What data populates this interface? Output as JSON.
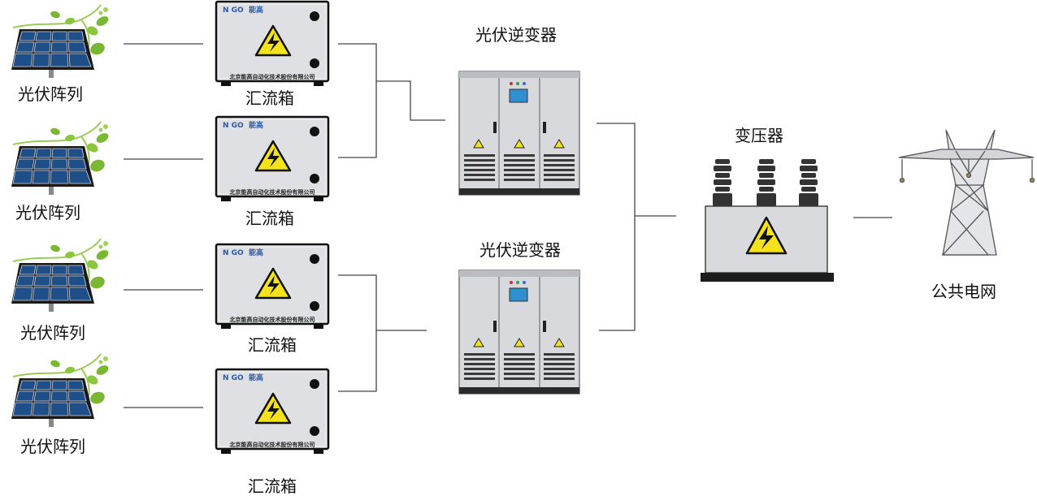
{
  "colors": {
    "panel_cell": "#1f4f88",
    "panel_frame": "#2a2a2a",
    "leaf": "#7ab833",
    "cabinet": "#dcdde0",
    "hazard": "#f3e21c",
    "line": "#444444",
    "brand_blue": "#2b5aa8"
  },
  "icons": [
    "solar-panel-icon",
    "plant-sprout-icon",
    "combiner-box-icon",
    "high-voltage-warning-icon",
    "inverter-cabinet-icon",
    "transformer-icon",
    "transmission-tower-icon"
  ],
  "pv_arrays": [
    {
      "label": "光伏阵列"
    },
    {
      "label": "光伏阵列"
    },
    {
      "label": "光伏阵列"
    },
    {
      "label": "光伏阵列"
    }
  ],
  "combiner_boxes": [
    {
      "label": "汇流箱",
      "brand": "N  GO",
      "brand_cn": "能高",
      "maker": "北京能高自动化技术股份有限公司"
    },
    {
      "label": "汇流箱",
      "brand": "N  GO",
      "brand_cn": "能高",
      "maker": "北京能高自动化技术股份有限公司"
    },
    {
      "label": "汇流箱",
      "brand": "N  GO",
      "brand_cn": "能高",
      "maker": "北京能高自动化技术股份有限公司"
    },
    {
      "label": "汇流箱",
      "brand": "N  GO",
      "brand_cn": "能高",
      "maker": "北京能高自动化技术股份有限公司"
    }
  ],
  "inverters": [
    {
      "label": "光伏逆变器"
    },
    {
      "label": "光伏逆变器"
    }
  ],
  "transformer": {
    "label": "变压器"
  },
  "grid": {
    "label": "公共电网"
  }
}
